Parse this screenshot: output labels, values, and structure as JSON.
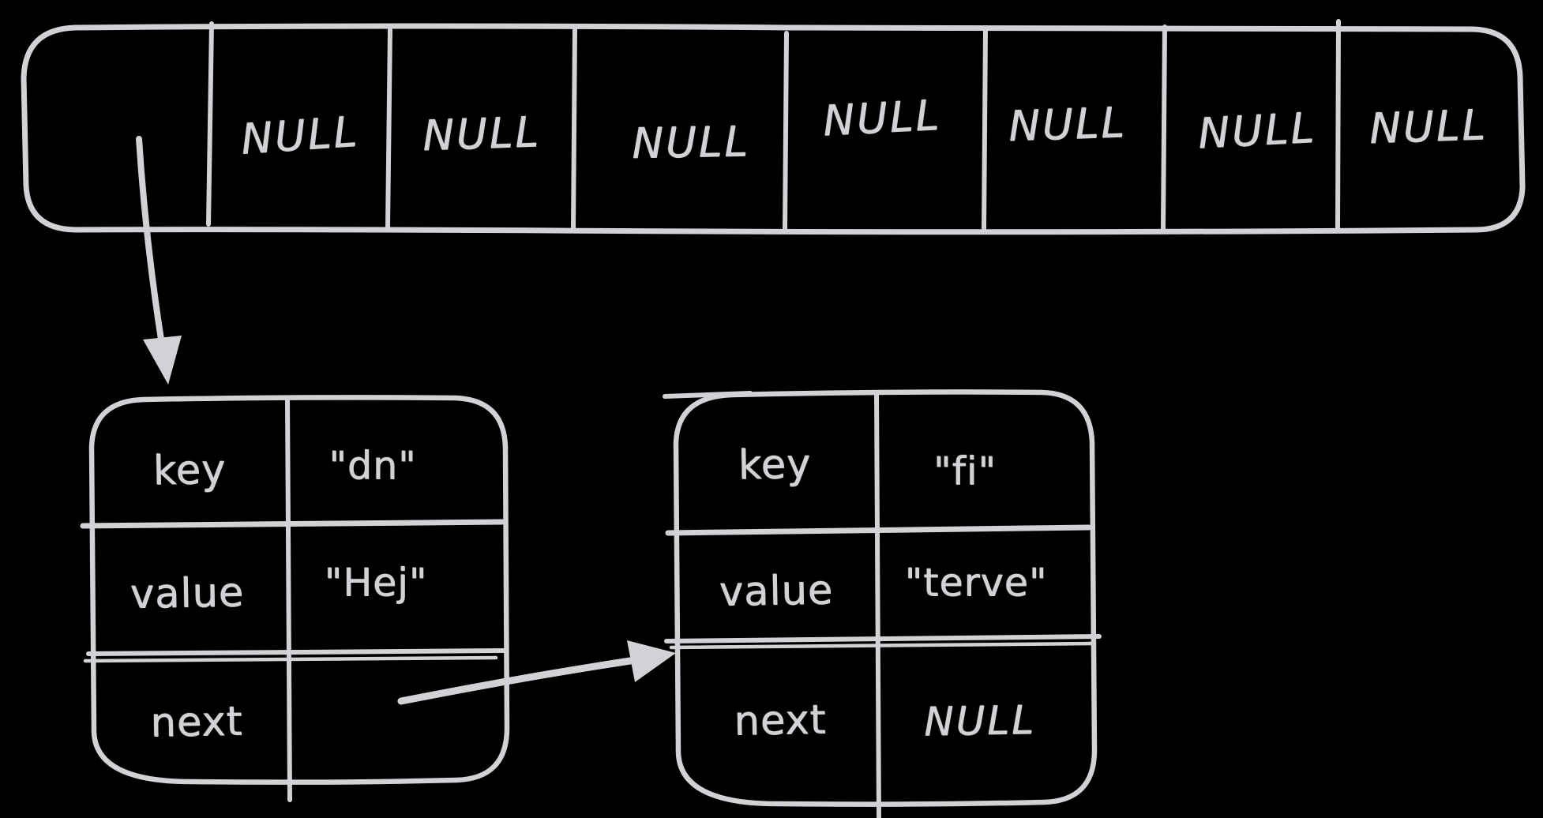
{
  "diagram": {
    "description": "hand-drawn hash table with separate chaining",
    "background_color": "#000000",
    "ink_color": "#d3d1d5",
    "bucket_array": {
      "cells": [
        "",
        "NULL",
        "NULL",
        "NULL",
        "NULL",
        "NULL",
        "NULL",
        "NULL"
      ]
    },
    "list_nodes": [
      {
        "rows": [
          {
            "label": "key",
            "value": "\"dn\""
          },
          {
            "label": "value",
            "value": "\"Hej\""
          },
          {
            "label": "next",
            "value": ""
          }
        ]
      },
      {
        "rows": [
          {
            "label": "key",
            "value": "\"fi\""
          },
          {
            "label": "value",
            "value": "\"terve\""
          },
          {
            "label": "next",
            "value": "NULL"
          }
        ]
      }
    ]
  }
}
